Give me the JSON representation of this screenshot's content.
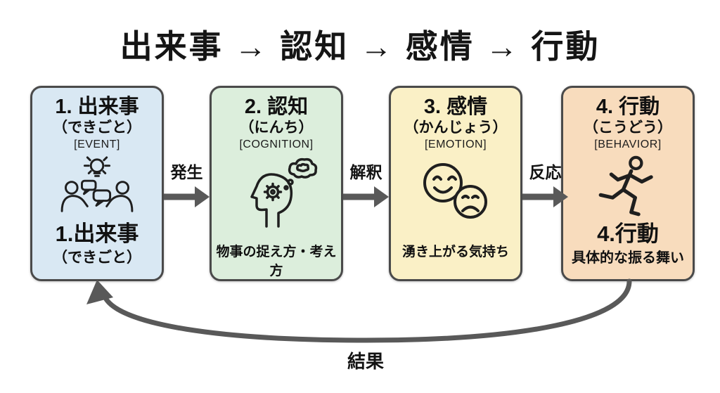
{
  "title": "出来事 → 認知 → 感情 → 行動",
  "boxes": [
    {
      "id": "event",
      "number_title": "1. 出来事",
      "reading": "（できごと）",
      "english": "[EVENT]",
      "icon": "people-talking-lightbulb-icon",
      "bottom_title": "1.出来事",
      "bottom_reading": "（できごと）",
      "bg": "#d9e8f3"
    },
    {
      "id": "cognition",
      "number_title": "2. 認知",
      "reading": "（にんち）",
      "english": "[COGNITION]",
      "icon": "thinking-head-gear-icon",
      "description": "物事の捉え方・考え方",
      "bg": "#dceedc"
    },
    {
      "id": "emotion",
      "number_title": "3. 感情",
      "reading": "（かんじょう）",
      "english": "[EMOTION]",
      "icon": "happy-sad-faces-icon",
      "description": "湧き上がる気持ち",
      "bg": "#faf0c6"
    },
    {
      "id": "behavior",
      "number_title": "4. 行動",
      "reading": "（こうどう）",
      "english": "[BEHAVIOR]",
      "icon": "running-person-icon",
      "bottom_title": "4.行動",
      "description": "具体的な振る舞い",
      "bg": "#f8dcbd"
    }
  ],
  "arrows": [
    {
      "label": "発生"
    },
    {
      "label": "解釈"
    },
    {
      "label": "反応"
    }
  ],
  "feedback_arrow": {
    "label": "結果"
  },
  "colors": {
    "event_fill": "#d9e8f3",
    "cognition_fill": "#dceedc",
    "emotion_fill": "#faf0c6",
    "behavior_fill": "#f8dcbd",
    "box_border": "#4a4a4a",
    "arrow_gray": "#595959",
    "text": "#131313",
    "icon_stroke": "#1f1f1f"
  }
}
